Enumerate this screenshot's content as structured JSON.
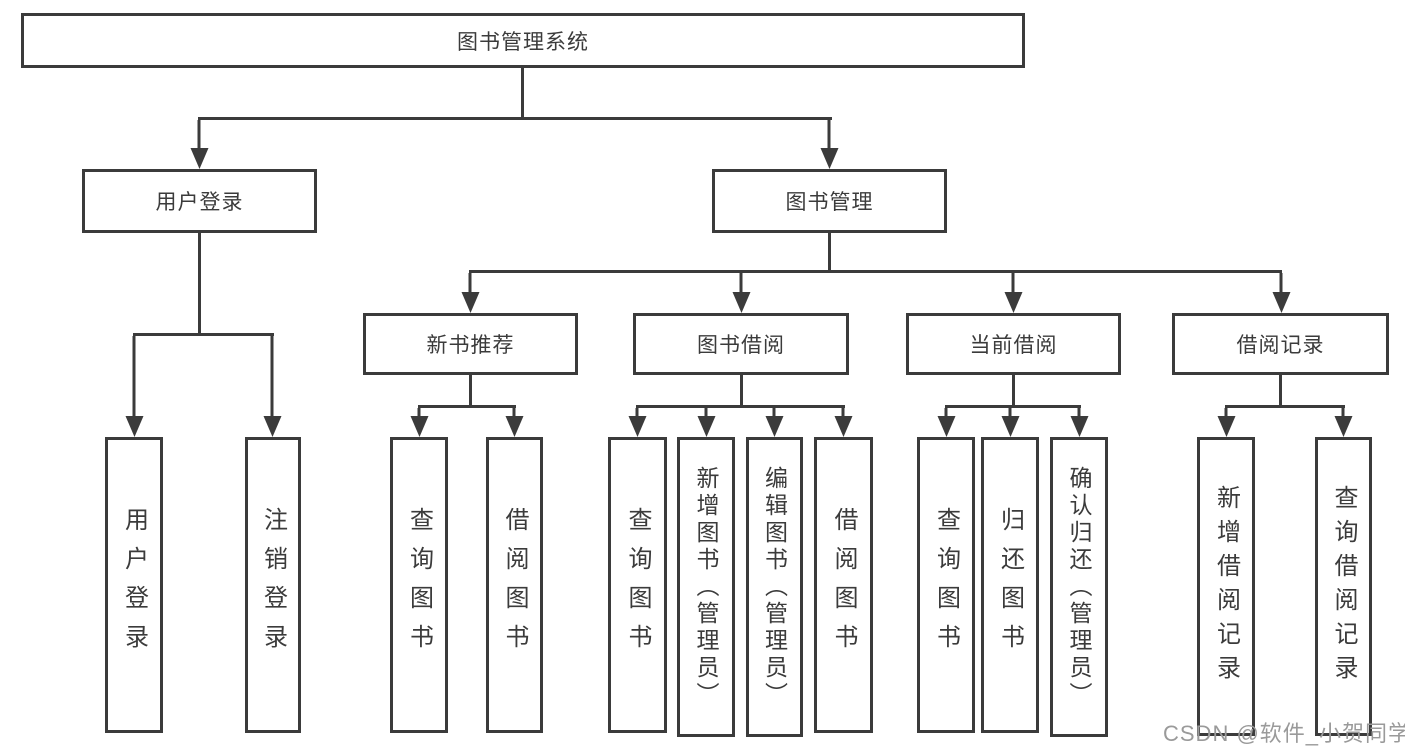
{
  "tree": {
    "root": {
      "label": "图书管理系统"
    },
    "branches": [
      {
        "label": "用户登录",
        "children": [
          {
            "label": "用户登录"
          },
          {
            "label": "注销登录"
          }
        ]
      },
      {
        "label": "图书管理",
        "children": [
          {
            "label": "新书推荐",
            "children": [
              {
                "label": "查询图书"
              },
              {
                "label": "借阅图书"
              }
            ]
          },
          {
            "label": "图书借阅",
            "children": [
              {
                "label": "查询图书"
              },
              {
                "label": "新增图书（管理员）"
              },
              {
                "label": "编辑图书（管理员）"
              },
              {
                "label": "借阅图书"
              }
            ]
          },
          {
            "label": "当前借阅",
            "children": [
              {
                "label": "查询图书"
              },
              {
                "label": "归还图书"
              },
              {
                "label": "确认归还（管理员）"
              }
            ]
          },
          {
            "label": "借阅记录",
            "children": [
              {
                "label": "新增借阅记录"
              },
              {
                "label": "查询借阅记录"
              }
            ]
          }
        ]
      }
    ]
  },
  "watermark": {
    "text": "CSDN @软件_小贺同学"
  },
  "colors": {
    "line": "#3b3b3b",
    "text": "#3b3b3b",
    "watermark": "#9a9a9a",
    "background": "#ffffff"
  }
}
